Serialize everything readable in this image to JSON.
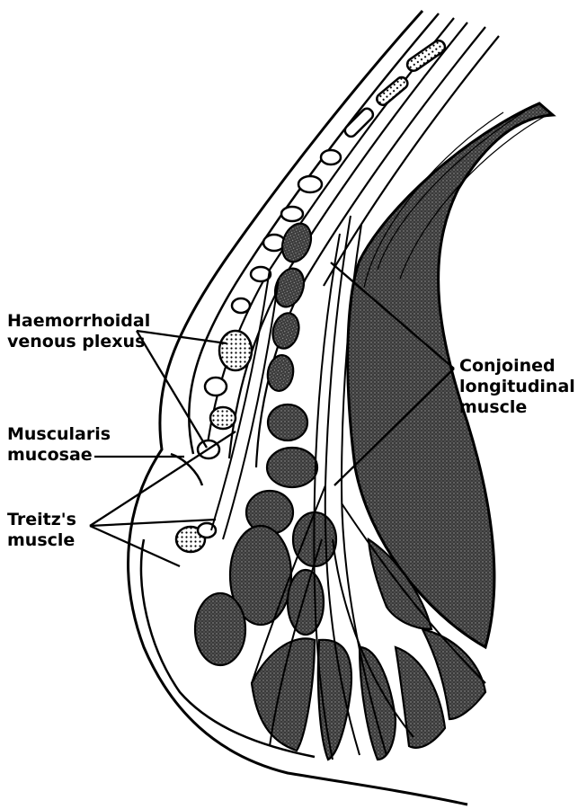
{
  "labels": {
    "haemorrhoidal": [
      "Haemorrhoidal",
      "venous plexus"
    ],
    "muscularis": [
      "Muscularis",
      "mucosae"
    ],
    "treitz": [
      "Treitz's",
      "muscle"
    ],
    "conjoined": [
      "Conjoined",
      "longitudinal",
      "muscle"
    ]
  },
  "colors": {
    "ink": "#000000",
    "paper": "#ffffff",
    "muscle_fill": "#2b2b2b"
  }
}
